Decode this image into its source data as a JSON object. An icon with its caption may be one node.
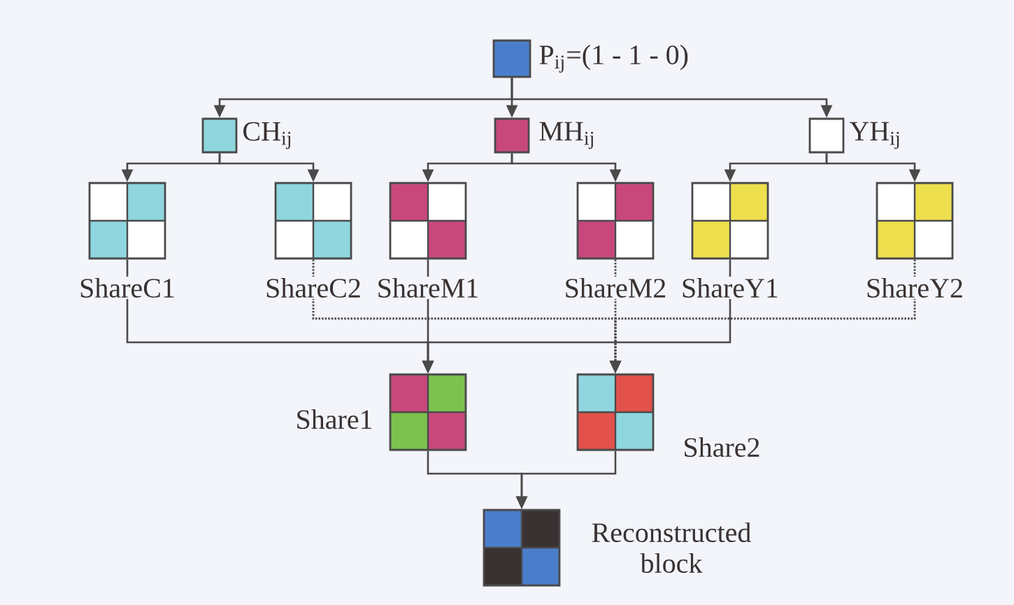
{
  "diagram": {
    "nodes": [
      {
        "text": [
          "P$_{ij}$=(1 - 1 - 0)"
        ]
      },
      {
        "text": [
          "CH$_{ij}$"
        ]
      },
      {
        "text": [
          "MH$_{ij}$"
        ]
      },
      {
        "text": [
          "YH$_{ij}$"
        ]
      },
      {
        "text": [
          "ShareC1"
        ]
      },
      {
        "text": [
          "ShareC2"
        ]
      },
      {
        "text": [
          "ShareM1"
        ]
      },
      {
        "text": [
          "ShareM2"
        ]
      },
      {
        "text": [
          "ShareY1"
        ]
      },
      {
        "text": [
          "ShareY2"
        ]
      },
      {
        "text": [
          "Share1"
        ]
      },
      {
        "text": [
          "Share2"
        ]
      },
      {
        "text": [
          "Reconstructed block"
        ]
      }
    ],
    "edges": [
      {
        "from": 0,
        "to": 1,
        "arrow": "to"
      },
      {
        "from": 0,
        "to": 2,
        "arrow": "to"
      },
      {
        "from": 0,
        "to": 3,
        "arrow": "to"
      },
      {
        "from": 1,
        "to": 4,
        "arrow": "to"
      },
      {
        "from": 1,
        "to": 5,
        "arrow": "to"
      },
      {
        "from": 2,
        "to": 6,
        "arrow": "to"
      },
      {
        "from": 2,
        "to": 7,
        "arrow": "to"
      },
      {
        "from": 3,
        "to": 8,
        "arrow": "to"
      },
      {
        "from": 3,
        "to": 9,
        "arrow": "to"
      },
      {
        "from": 4,
        "to": 10,
        "arrow": "to"
      },
      {
        "from": 6,
        "to": 10,
        "arrow": "to"
      },
      {
        "from": 8,
        "to": 10,
        "arrow": "to"
      },
      {
        "from": 5,
        "to": 11,
        "arrow": "to",
        "style": "dashed"
      },
      {
        "from": 7,
        "to": 11,
        "arrow": "to",
        "style": "dashed"
      },
      {
        "from": 9,
        "to": 11,
        "arrow": "to",
        "style": "dashed"
      },
      {
        "from": 10,
        "to": 12,
        "arrow": "to"
      },
      {
        "from": 11,
        "to": 12,
        "arrow": "to"
      }
    ]
  }
}
